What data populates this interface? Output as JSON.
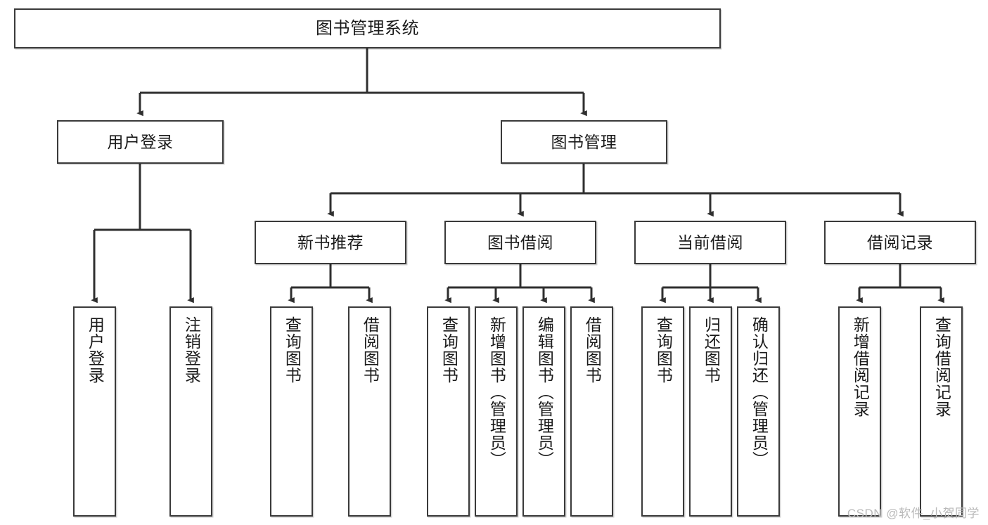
{
  "diagram": {
    "type": "tree-hierarchy-chart",
    "title": "图书管理系统",
    "watermark": "CSDN @软件_小贺同学",
    "colors": {
      "border": "#3a3a3a",
      "background": "#ffffff",
      "text": "#1a1a1a",
      "watermark": "#b9b9b9"
    },
    "levels": {
      "root": {
        "label": "图书管理系统"
      },
      "level2": [
        {
          "label": "用户登录"
        },
        {
          "label": "图书管理"
        }
      ],
      "level3": [
        {
          "label": "新书推荐"
        },
        {
          "label": "图书借阅"
        },
        {
          "label": "当前借阅"
        },
        {
          "label": "借阅记录"
        }
      ],
      "leaves": [
        {
          "label": "用户登录"
        },
        {
          "label": "注销登录"
        },
        {
          "label": "查询图书"
        },
        {
          "label": "借阅图书"
        },
        {
          "label": "查询图书"
        },
        {
          "label": "新增图书（管理员）"
        },
        {
          "label": "编辑图书（管理员）"
        },
        {
          "label": "借阅图书"
        },
        {
          "label": "查询图书"
        },
        {
          "label": "归还图书"
        },
        {
          "label": "确认归还（管理员）"
        },
        {
          "label": "新增借阅记录"
        },
        {
          "label": "查询借阅记录"
        }
      ]
    },
    "edges": [
      {
        "from": "图书管理系统",
        "to": "用户登录"
      },
      {
        "from": "图书管理系统",
        "to": "图书管理"
      },
      {
        "from": "用户登录",
        "to": "用户登录"
      },
      {
        "from": "用户登录",
        "to": "注销登录"
      },
      {
        "from": "图书管理",
        "to": "新书推荐"
      },
      {
        "from": "图书管理",
        "to": "图书借阅"
      },
      {
        "from": "图书管理",
        "to": "当前借阅"
      },
      {
        "from": "图书管理",
        "to": "借阅记录"
      },
      {
        "from": "新书推荐",
        "to": "查询图书"
      },
      {
        "from": "新书推荐",
        "to": "借阅图书"
      },
      {
        "from": "图书借阅",
        "to": "查询图书"
      },
      {
        "from": "图书借阅",
        "to": "新增图书（管理员）"
      },
      {
        "from": "图书借阅",
        "to": "编辑图书（管理员）"
      },
      {
        "from": "图书借阅",
        "to": "借阅图书"
      },
      {
        "from": "当前借阅",
        "to": "查询图书"
      },
      {
        "from": "当前借阅",
        "to": "归还图书"
      },
      {
        "from": "当前借阅",
        "to": "确认归还（管理员）"
      },
      {
        "from": "借阅记录",
        "to": "新增借阅记录"
      },
      {
        "from": "借阅记录",
        "to": "查询借阅记录"
      }
    ]
  }
}
